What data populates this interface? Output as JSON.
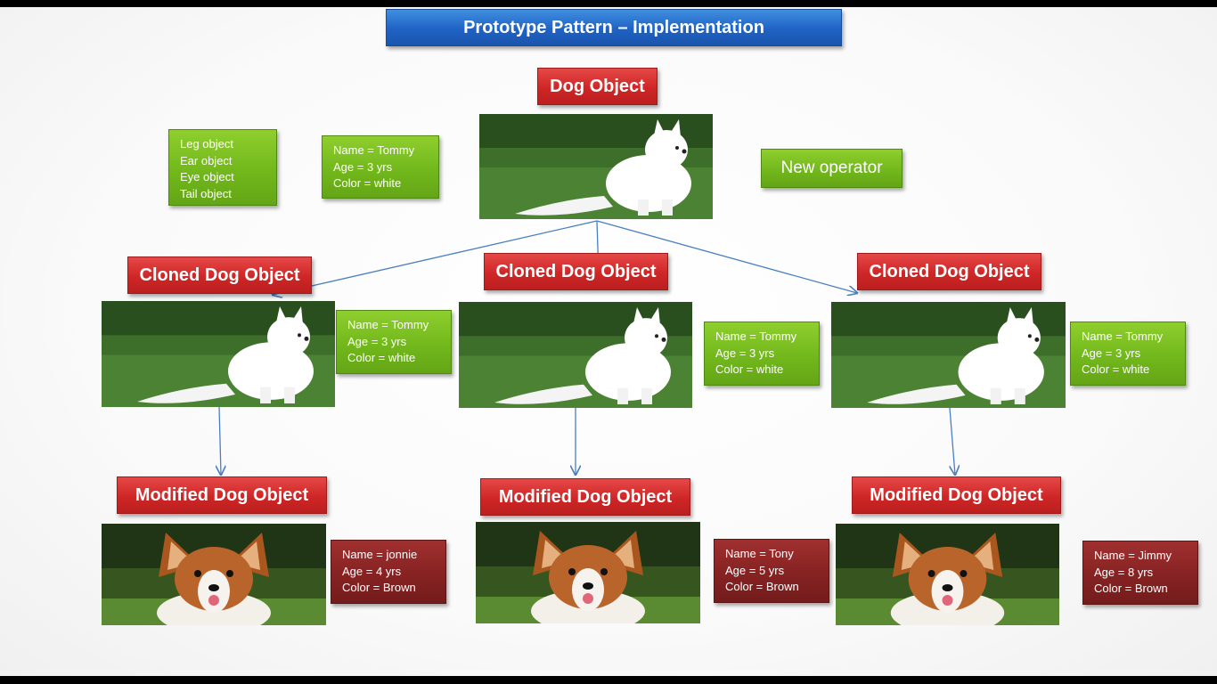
{
  "title": "Prototype Pattern – Implementation",
  "dog_object": {
    "label": "Dog Object",
    "parts": [
      "Leg object",
      "Ear object",
      "Eye object",
      "Tail object"
    ],
    "properties": [
      "Name = Tommy",
      "Age = 3 yrs",
      "Color = white"
    ]
  },
  "new_operator": "New operator",
  "cloned": [
    {
      "label": "Cloned Dog Object",
      "properties": [
        "Name = Tommy",
        "Age = 3 yrs",
        "Color = white"
      ]
    },
    {
      "label": "Cloned Dog Object",
      "properties": [
        "Name = Tommy",
        "Age = 3 yrs",
        "Color = white"
      ]
    },
    {
      "label": "Cloned Dog Object",
      "properties": [
        "Name = Tommy",
        "Age = 3 yrs",
        "Color = white"
      ]
    }
  ],
  "modified": [
    {
      "label": "Modified Dog Object",
      "properties": [
        "Name = jonnie",
        "Age = 4 yrs",
        "Color = Brown"
      ]
    },
    {
      "label": "Modified Dog Object",
      "properties": [
        "Name = Tony",
        "Age = 5 yrs",
        "Color = Brown"
      ]
    },
    {
      "label": "Modified Dog Object",
      "properties": [
        "Name = Jimmy",
        "Age = 8 yrs",
        "Color = Brown"
      ]
    }
  ],
  "colors": {
    "title_blue": "#1f62c4",
    "label_red": "#cf2626",
    "box_green": "#72b81c",
    "box_maroon": "#862222",
    "arrow": "#4a7fc1"
  }
}
